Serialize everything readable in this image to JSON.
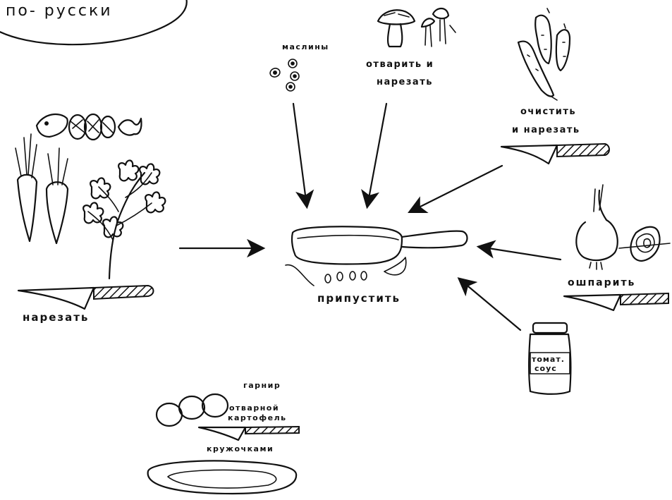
{
  "title": "по- русски",
  "center": {
    "label": "припустить"
  },
  "left": {
    "label": "нарезать"
  },
  "olives": {
    "label": "маслины"
  },
  "mushrooms": {
    "label_line1": "отварить и",
    "label_line2": "нарезать"
  },
  "cucumbers": {
    "label_line1": "очистить",
    "label_line2": "и нарезать"
  },
  "onion": {
    "label": "ошпарить"
  },
  "jar": {
    "line1": "томат.",
    "line2": "соус"
  },
  "garnish": {
    "title": "гарнир",
    "line1": "отварной",
    "line2": "картофель",
    "cut": "кружочками"
  },
  "colors": {
    "ink": "#111111",
    "background": "#ffffff"
  }
}
